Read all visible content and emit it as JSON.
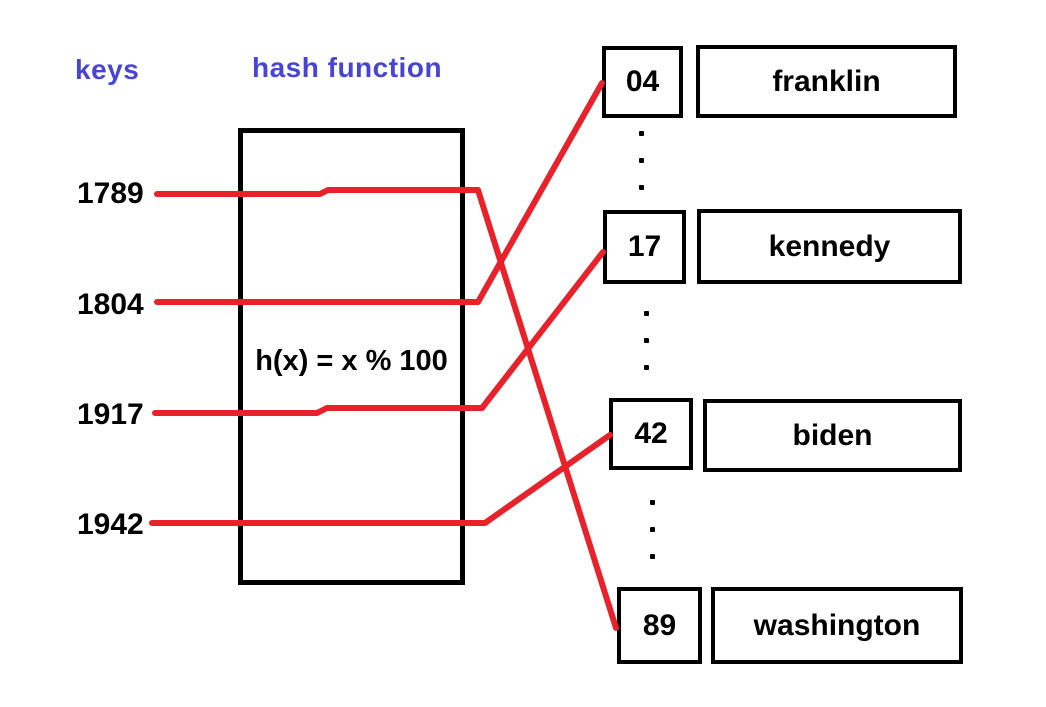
{
  "diagram": {
    "keys_label": "keys",
    "hash_function_label": "hash function",
    "hash_box": {
      "formula": "h(x) = x % 100"
    },
    "keys": [
      {
        "value": "1789"
      },
      {
        "value": "1804"
      },
      {
        "value": "1917"
      },
      {
        "value": "1942"
      }
    ],
    "buckets": [
      {
        "index": "04",
        "name": "franklin"
      },
      {
        "index": "17",
        "name": "kennedy"
      },
      {
        "index": "42",
        "name": "biden"
      },
      {
        "index": "89",
        "name": "washington"
      }
    ],
    "connections": [
      {
        "key": "1789",
        "bucket_index": "89"
      },
      {
        "key": "1804",
        "bucket_index": "04"
      },
      {
        "key": "1917",
        "bucket_index": "17"
      },
      {
        "key": "1942",
        "bucket_index": "42"
      }
    ],
    "colors": {
      "connection_line": "#e8212a",
      "heading_text": "#4845d2",
      "body_text": "#000000"
    }
  }
}
